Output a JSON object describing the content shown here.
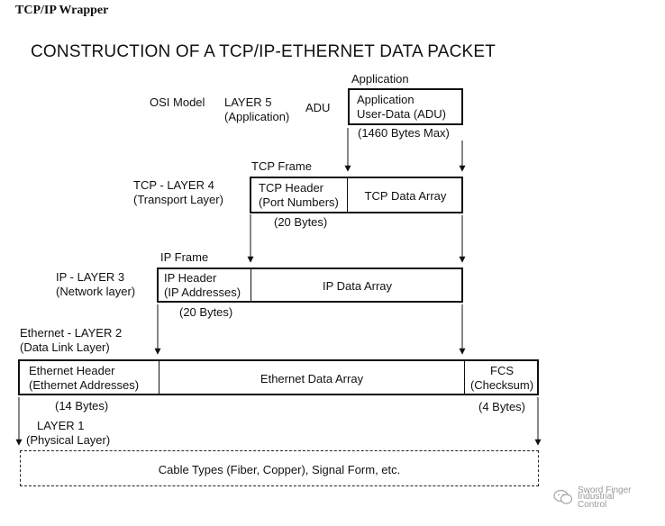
{
  "heading": "TCP/IP Wrapper",
  "title": "CONSTRUCTION OF A TCP/IP-ETHERNET DATA PACKET",
  "application_layer": {
    "top_label": "Application",
    "osi_label": "OSI Model",
    "layer_line1": "LAYER 5",
    "layer_line2": "(Application)",
    "adu_label": "ADU",
    "box_line1": "Application",
    "box_line2": "User-Data (ADU)",
    "size_note": "(1460 Bytes Max)"
  },
  "transport_layer": {
    "frame_label": "TCP Frame",
    "layer_line1": "TCP - LAYER 4",
    "layer_line2": "(Transport Layer)",
    "header_line1": "TCP Header",
    "header_line2": "(Port Numbers)",
    "data_label": "TCP Data Array",
    "size_note": "(20 Bytes)"
  },
  "network_layer": {
    "frame_label": "IP Frame",
    "layer_line1": "IP - LAYER 3",
    "layer_line2": "(Network layer)",
    "header_line1": "IP Header",
    "header_line2": "(IP Addresses)",
    "data_label": "IP Data Array",
    "size_note": "(20 Bytes)"
  },
  "data_link_layer": {
    "layer_line1": "Ethernet - LAYER 2",
    "layer_line2": "(Data Link Layer)",
    "header_line1": "Ethernet Header",
    "header_line2": "(Ethernet Addresses)",
    "data_label": "Ethernet Data Array",
    "fcs_line1": "FCS",
    "fcs_line2": "(Checksum)",
    "header_size_note": "(14 Bytes)",
    "fcs_size_note": "(4 Bytes)"
  },
  "physical_layer": {
    "layer_line1": "LAYER 1",
    "layer_line2": "(Physical Layer)",
    "cable_label": "Cable Types (Fiber, Copper), Signal Form, etc."
  },
  "watermark": {
    "icon": "wechat-icon",
    "line1": "Sword Finger",
    "line2": "Industrial",
    "line3": "Control"
  }
}
